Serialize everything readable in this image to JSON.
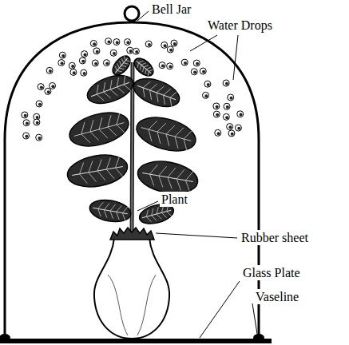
{
  "diagram": {
    "labels": [
      "Bell Jar",
      "Water Drops",
      "Plant",
      "Rubber sheet",
      "Glass Plate",
      "Vaseline"
    ]
  }
}
